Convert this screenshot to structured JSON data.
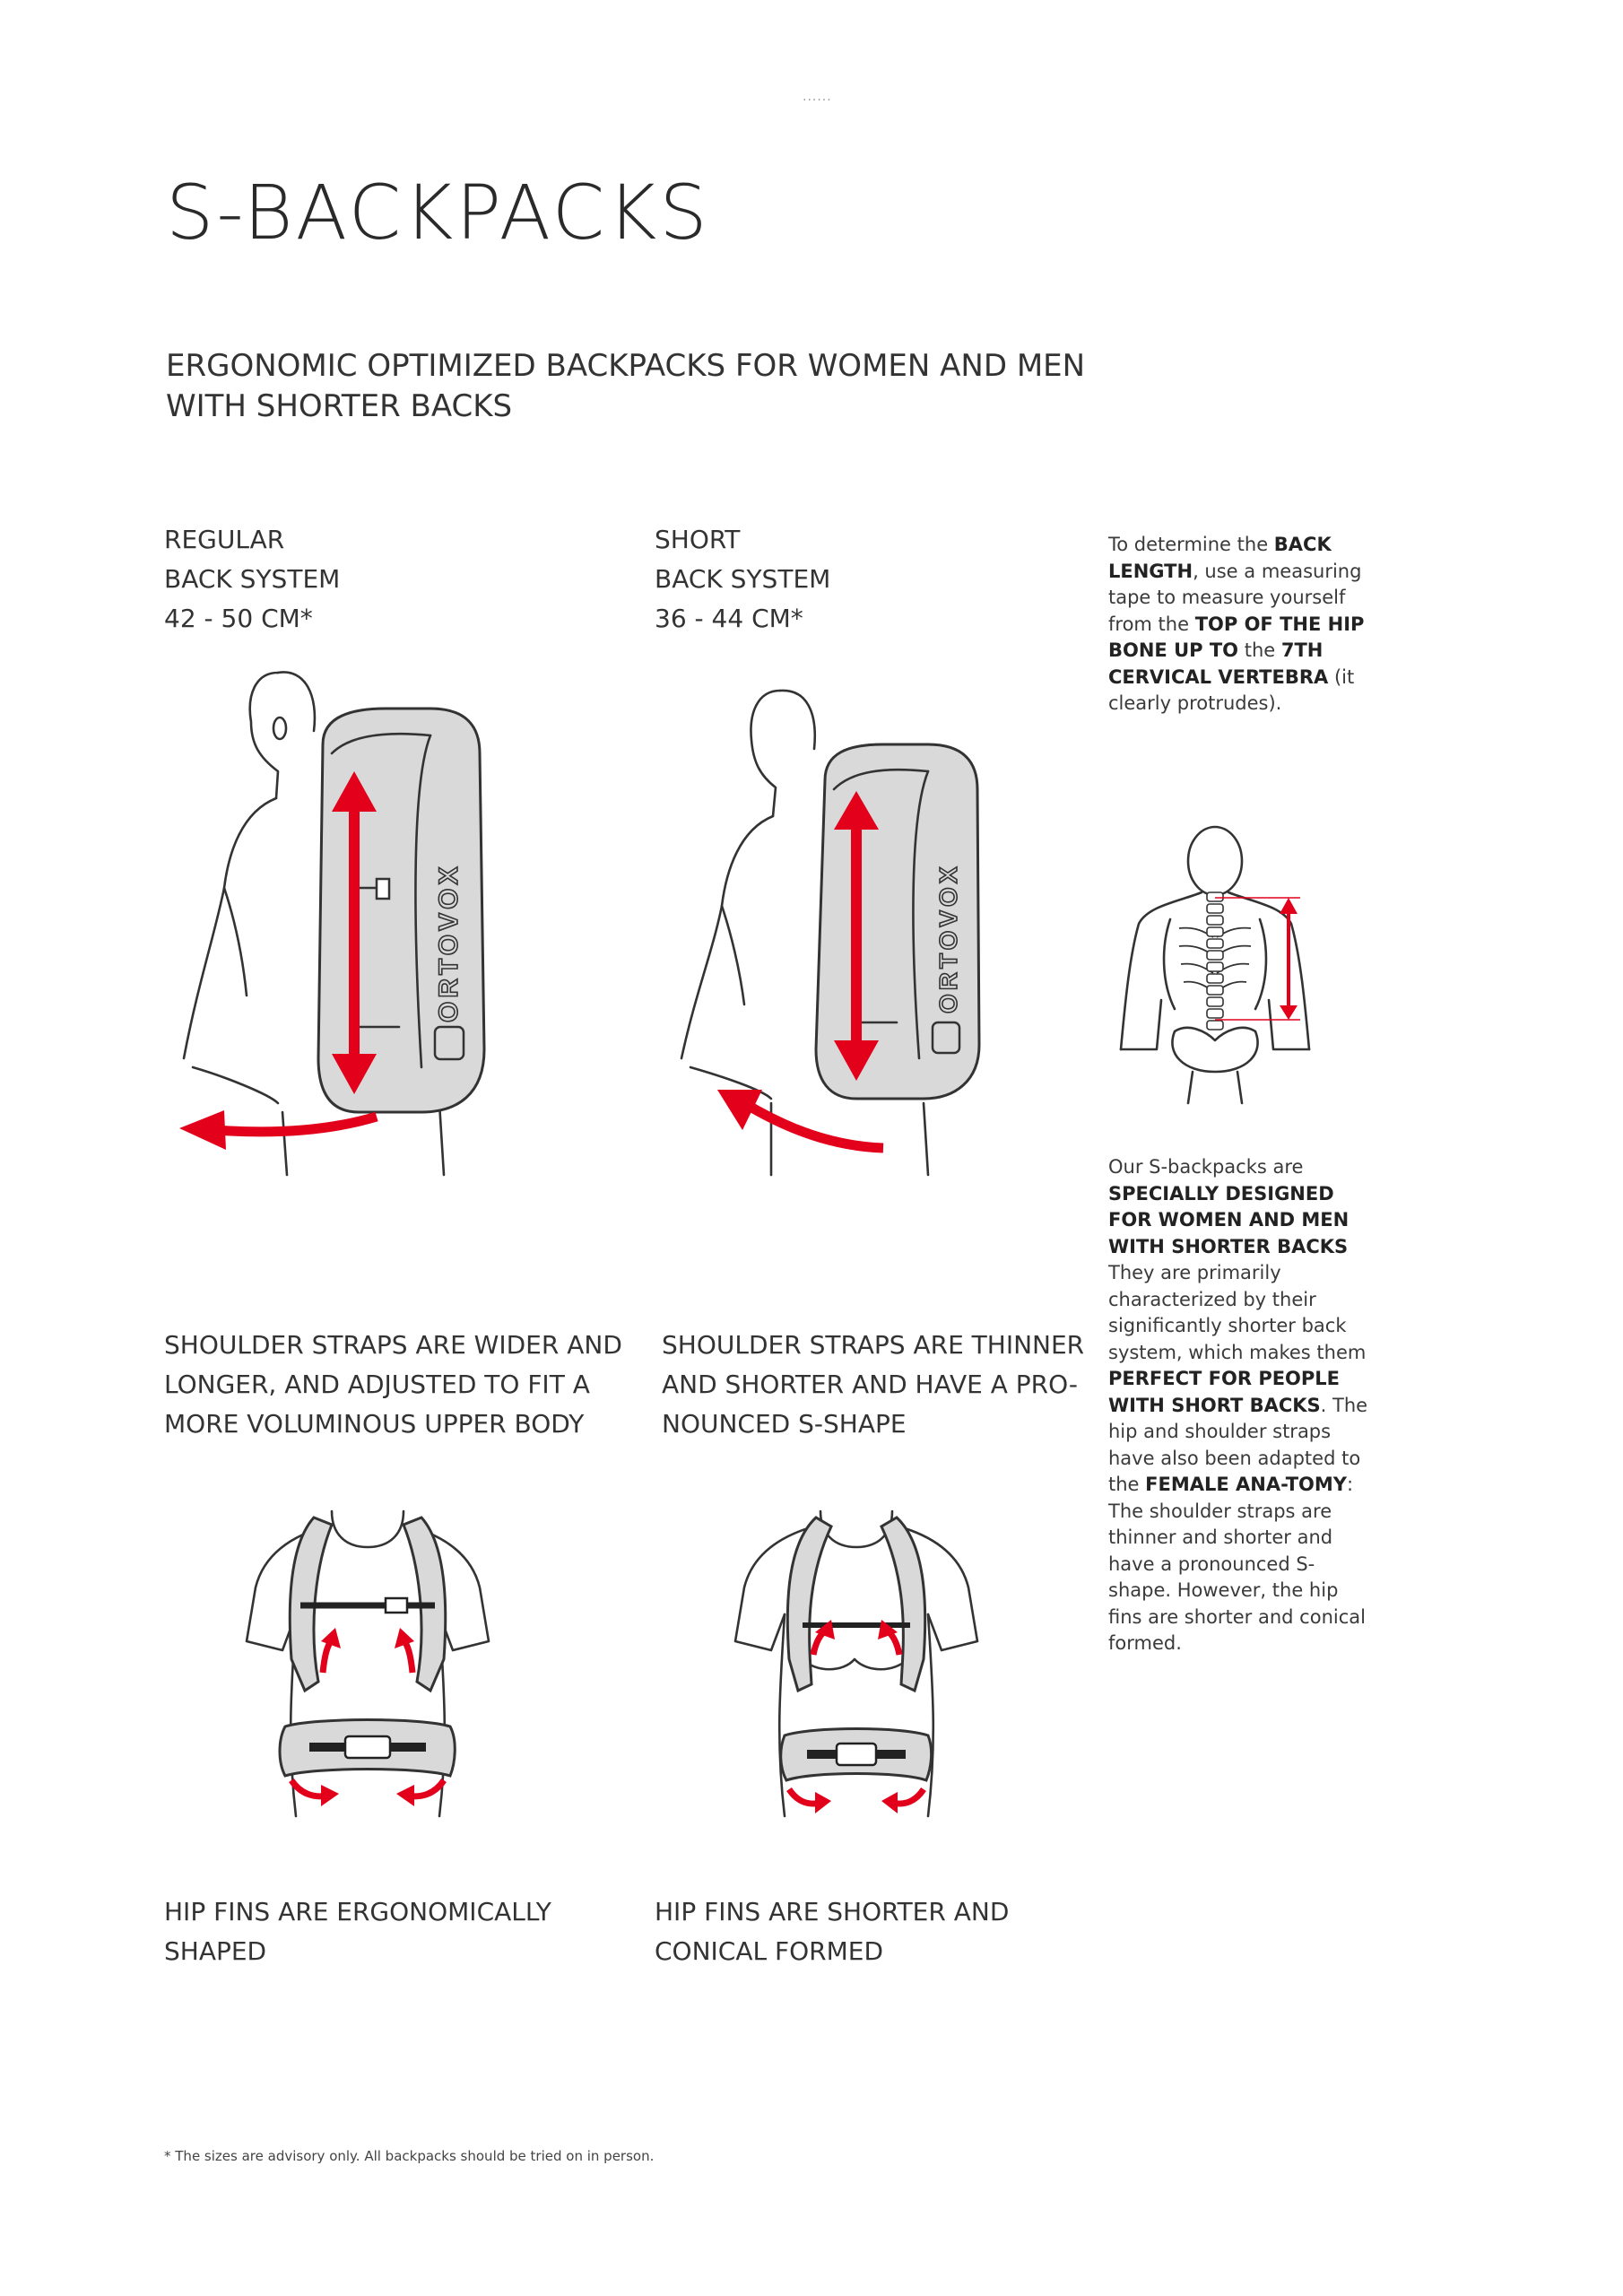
{
  "page": {
    "top_mark": "......",
    "title": "S-BACKPACKS",
    "subtitle_lines": [
      "ERGONOMIC OPTIMIZED BACKPACKS FOR WOMEN AND MEN",
      "WITH SHORTER BACKS"
    ]
  },
  "regular": {
    "lines": [
      "REGULAR",
      "BACK SYSTEM",
      "42 - 50 CM*"
    ],
    "brand_print": "ORTOVOX",
    "shoulder_caption": [
      "SHOULDER STRAPS ARE WIDER AND",
      "LONGER, AND ADJUSTED TO FIT A",
      "MORE VOLUMINOUS UPPER BODY"
    ],
    "hip_caption": [
      "HIP FINS ARE ERGONOMICALLY",
      "SHAPED"
    ]
  },
  "short": {
    "lines": [
      "SHORT",
      "BACK SYSTEM",
      "36 - 44 CM*"
    ],
    "brand_print": "ORTOVOX",
    "shoulder_caption": [
      "SHOULDER STRAPS ARE THINNER",
      "AND SHORTER AND HAVE A PRO-",
      "NOUNCED S-SHAPE"
    ],
    "hip_caption": [
      "HIP FINS ARE SHORTER AND",
      "CONICAL FORMED"
    ]
  },
  "sidebar": {
    "measure": {
      "t1": "To determine the ",
      "b1": "BACK LENGTH",
      "t2": ", use a measuring tape to measure yourself from the ",
      "b2": "TOP OF THE HIP BONE UP TO",
      "t3": " the ",
      "b3": "7TH CERVICAL VERTEBRA",
      "t4": " (it clearly protrudes)."
    },
    "design": {
      "t1": "Our S-backpacks are ",
      "b1": "SPECIALLY DESIGNED FOR WOMEN AND MEN WITH SHORTER BACKS",
      "t2": " They are primarily characterized by their significantly shorter back system, which makes them ",
      "b2": "PERFECT FOR PEOPLE WITH SHORT BACKS",
      "t3": ". The hip and shoulder straps have also been adapted to the ",
      "b3": "FEMALE ANA-TOMY",
      "t4": ": The shoulder straps are thinner and shorter and have a pronounced S-shape. However, the hip fins are shorter and conical formed."
    }
  },
  "footnote": "* The sizes are advisory only. All backpacks should be tried on in person.",
  "colors": {
    "accent": "#e2001a",
    "pack": "#d9d9d9",
    "text": "#333333"
  }
}
